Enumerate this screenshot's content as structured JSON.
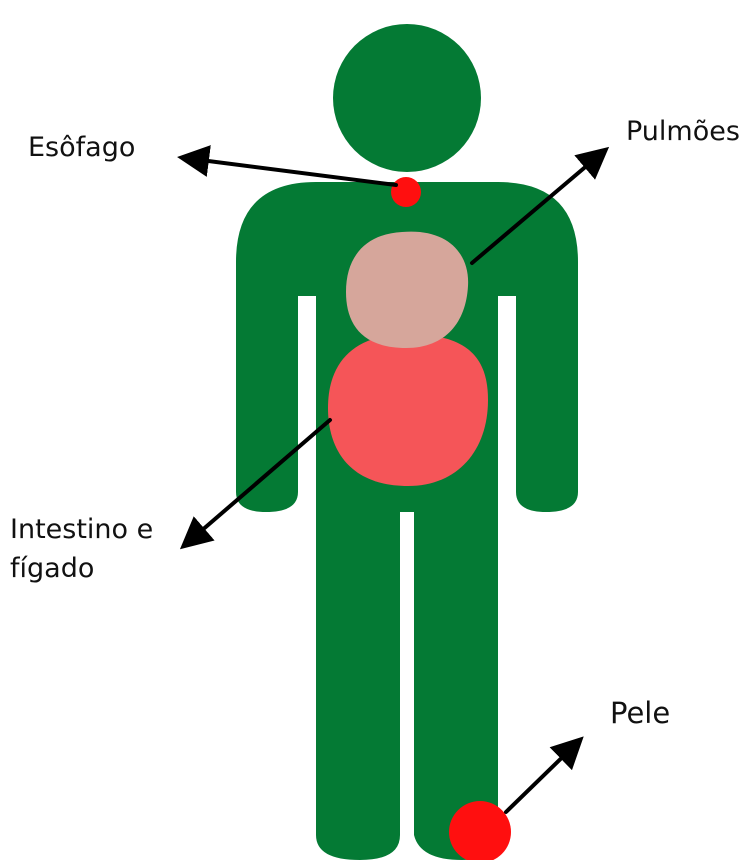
{
  "colors": {
    "body": "#047a34",
    "lungs": "#d6a69b",
    "intestine": "#f55558",
    "spot": "#ff0f0f",
    "arrow": "#000000"
  },
  "labels": {
    "esofago": "Esôfago",
    "pulmoes": "Pulmões",
    "intestino": "Intestino e\nfígado",
    "pele": "Pele"
  }
}
